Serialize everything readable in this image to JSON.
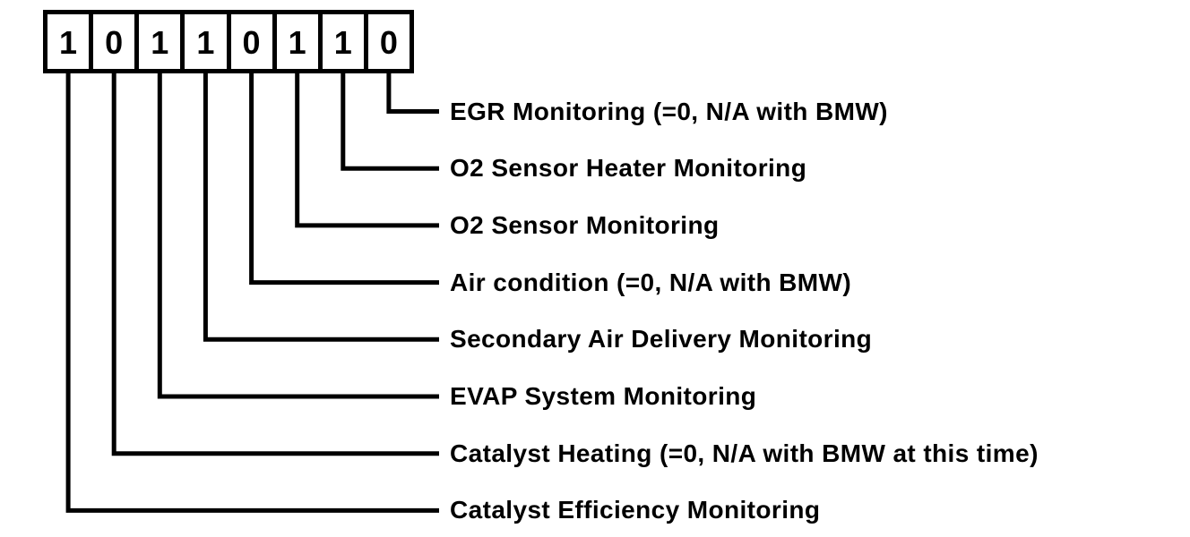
{
  "figure": {
    "register": {
      "bits": [
        {
          "value": "1",
          "label": "Catalyst Efficiency Monitoring"
        },
        {
          "value": "0",
          "label": "Catalyst Heating (=0, N/A with BMW at this time)"
        },
        {
          "value": "1",
          "label": "EVAP System Monitoring"
        },
        {
          "value": "1",
          "label": "Secondary Air Delivery Monitoring"
        },
        {
          "value": "0",
          "label": "Air condition (=0, N/A with BMW)"
        },
        {
          "value": "1",
          "label": "O2 Sensor Monitoring"
        },
        {
          "value": "1",
          "label": "O2 Sensor Heater Monitoring"
        },
        {
          "value": "0",
          "label": "EGR Monitoring (=0, N/A with BMW)"
        }
      ]
    },
    "colors": {
      "ink": "#000000",
      "background": "#ffffff"
    }
  }
}
